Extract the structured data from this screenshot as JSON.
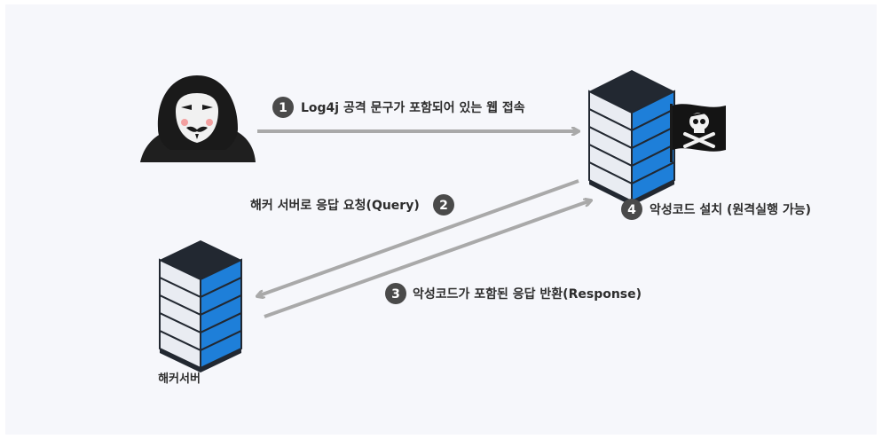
{
  "steps": [
    {
      "number": "1",
      "text": "Log4j 공격 문구가 포함되어 있는 웹 접속"
    },
    {
      "number": "2",
      "text": "해커 서버로 응답 요청(Query)"
    },
    {
      "number": "3",
      "text": "악성코드가 포함된 응답 반환(Response)"
    },
    {
      "number": "4",
      "text": "악성코드 설치 (원격실행 가능)"
    }
  ],
  "nodes": {
    "hacker_server_label": "해커서버"
  },
  "colors": {
    "background": "#f6f7fb",
    "arrow": "#a9a9a9",
    "server_dark": "#222831",
    "server_blue": "#1e7fd9",
    "server_light": "#e9ecf2",
    "badge": "#4a4a4a",
    "text": "#2d2d2d"
  },
  "icons": [
    "hacker-icon",
    "victim-server-icon",
    "pirate-flag-icon",
    "hacker-server-icon"
  ]
}
